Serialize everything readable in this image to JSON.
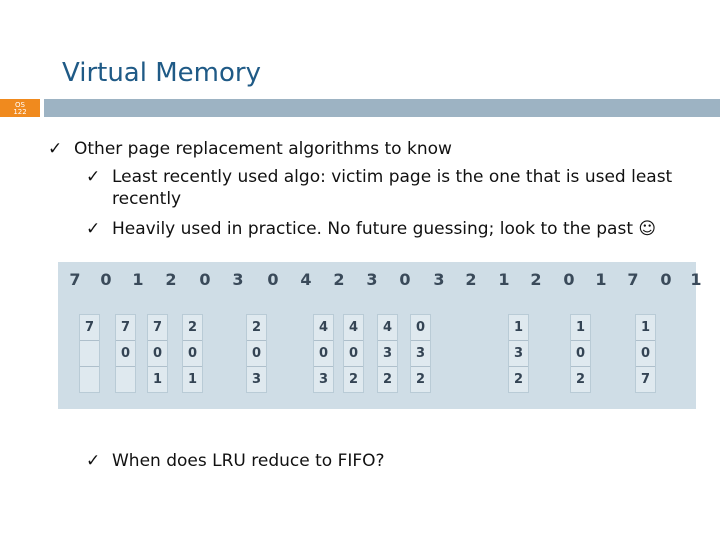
{
  "slide": {
    "title": "Virtual Memory",
    "slide_number_top": "OS",
    "slide_number_bottom": "122"
  },
  "bullets": {
    "check_glyph": "✓",
    "b1": "Other page replacement algorithms to know",
    "b2_line1": "Least recently used algo: victim page is the one that is used least",
    "b2_line2": "recently",
    "b3": "Heavily used in practice. No future guessing; look to the past ☺",
    "b4": "When does LRU reduce to FIFO?"
  },
  "figure": {
    "reference_string": [
      "7",
      "0",
      "1",
      "2",
      "0",
      "3",
      "0",
      "4",
      "2",
      "3",
      "0",
      "3",
      "2",
      "1",
      "2",
      "0",
      "1",
      "7",
      "0",
      "1"
    ],
    "frames": [
      [
        "7",
        "",
        ""
      ],
      [
        "7",
        "0",
        ""
      ],
      [
        "7",
        "0",
        "1"
      ],
      [
        "2",
        "0",
        "1"
      ],
      [
        "2",
        "0",
        "3"
      ],
      [
        "4",
        "0",
        "3"
      ],
      [
        "4",
        "0",
        "2"
      ],
      [
        "4",
        "3",
        "2"
      ],
      [
        "0",
        "3",
        "2"
      ],
      [
        "1",
        "3",
        "2"
      ],
      [
        "1",
        "0",
        "2"
      ],
      [
        "1",
        "0",
        "7"
      ]
    ]
  }
}
